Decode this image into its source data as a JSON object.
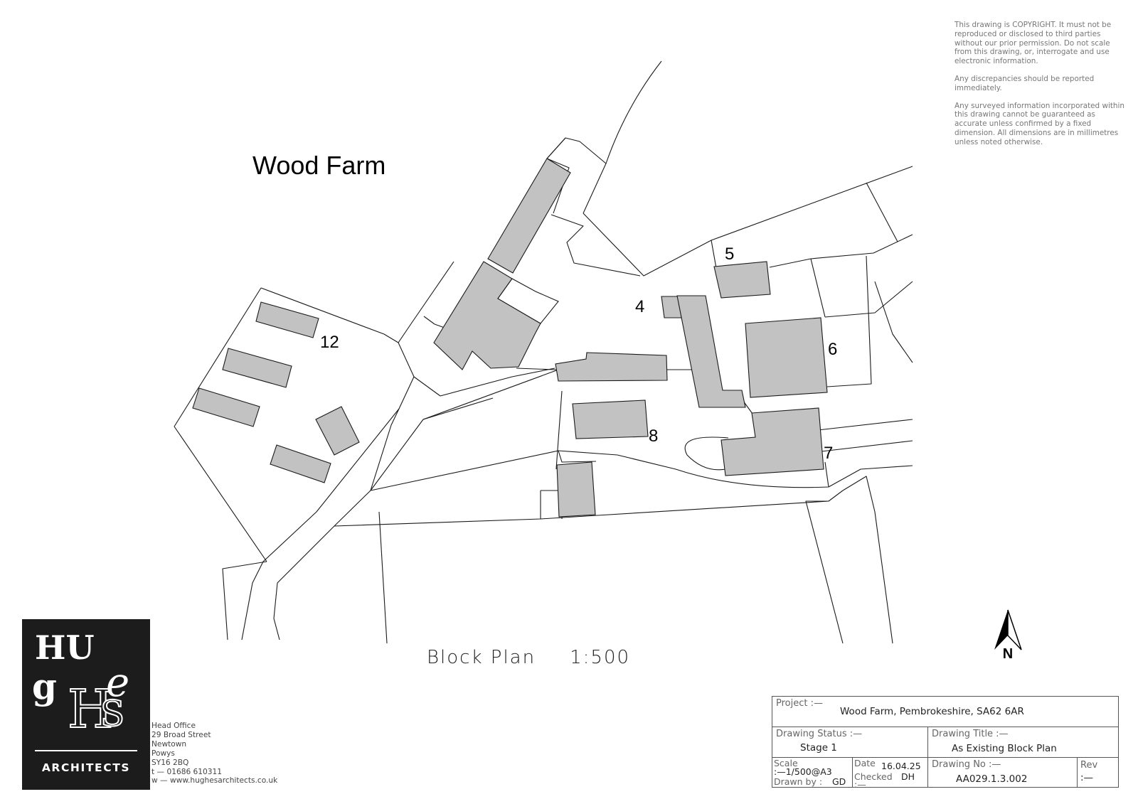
{
  "drawing": {
    "site_name": "Wood Farm",
    "building_labels": [
      {
        "id": "4",
        "text": "4"
      },
      {
        "id": "5",
        "text": "5"
      },
      {
        "id": "6",
        "text": "6"
      },
      {
        "id": "7",
        "text": "7"
      },
      {
        "id": "8",
        "text": "8"
      },
      {
        "id": "12",
        "text": "12"
      }
    ],
    "caption": "Block Plan",
    "caption_scale": "1:500",
    "north_label": "N",
    "colors": {
      "building_fill": "#c2c2c2",
      "line": "#1a1a1a"
    }
  },
  "copyright_notes": [
    "This drawing is COPYRIGHT. It must not be reproduced or disclosed to third parties without our prior permission. Do not scale from this drawing, or, interrogate and use electronic information.",
    "Any discrepancies should be reported immediately.",
    "Any surveyed information incorporated within this drawing cannot be guaranteed as accurate unless confirmed by a fixed dimension. All dimensions are in millimetres unless noted otherwise."
  ],
  "logo": {
    "letters": "HUgHeS",
    "word": "ARCHITECTS"
  },
  "office": {
    "lines": [
      "Head Office",
      "29 Broad Street",
      "Newtown",
      "Powys",
      "SY16 2BQ",
      "t  —  01686 610311",
      "w  —  www.hughesarchitects.co.uk"
    ]
  },
  "title_block": {
    "project_label": "Project :—",
    "project_value": "Wood Farm, Pembrokeshire, SA62 6AR",
    "status_label": "Drawing Status :—",
    "status_value": "Stage 1",
    "title_label": "Drawing Title :—",
    "title_value": "As Existing Block Plan",
    "scale_label": "Scale",
    "scale_value": ":—1/500@A3",
    "date_label": "Date",
    "date_value": "16.04.25",
    "drawn_label": "Drawn by :",
    "drawn_value": "GD",
    "checked_label": "Checked",
    "checked_value": "DH",
    "checked_dash": ":—",
    "dwgno_label": "Drawing No :—",
    "dwgno_value": "AA029.1.3.002",
    "rev_label": "Rev",
    "rev_value": ":—"
  }
}
